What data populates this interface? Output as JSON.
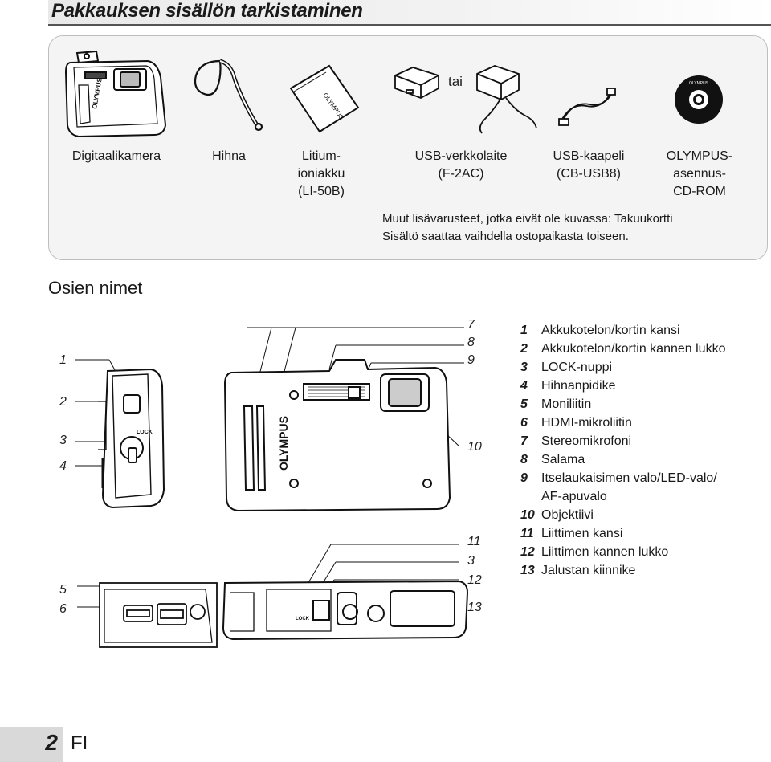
{
  "header": {
    "title": "Pakkauksen sisällön tarkistaminen"
  },
  "package": {
    "items": [
      {
        "label": "Digitaalikamera",
        "icon": "camera-icon"
      },
      {
        "label": "Hihna",
        "icon": "strap-icon"
      },
      {
        "label": "Litium-\nioniakku\n(LI-50B)",
        "icon": "battery-icon"
      },
      {
        "label": "USB-verkkolaite\n(F-2AC)",
        "icon": "usb-ac-adapter-icon"
      },
      {
        "label": "USB-kaapeli\n(CB-USB8)",
        "icon": "usb-cable-icon"
      },
      {
        "label": "OLYMPUS-\nasennus-\nCD-ROM",
        "icon": "cd-rom-icon"
      }
    ],
    "or_label": "tai",
    "note_line1": "Muut lisävarusteet, jotka eivät ole kuvassa: Takuukortti",
    "note_line2": "Sisältö saattaa vaihdella ostopaikasta toiseen."
  },
  "parts": {
    "section_title": "Osien nimet",
    "left_callouts": [
      "1",
      "2",
      "3",
      "4",
      "5",
      "6"
    ],
    "right_callouts": [
      "7",
      "8",
      "9",
      "10",
      "11",
      "3",
      "12",
      "13"
    ],
    "camera_brand": "OLYMPUS",
    "side_lock_label": "LOCK",
    "bottom_lock_label": "LOCK",
    "list": [
      {
        "num": "1",
        "label": "Akkukotelon/kortin kansi"
      },
      {
        "num": "2",
        "label": "Akkukotelon/kortin kannen lukko"
      },
      {
        "num": "3",
        "label": "LOCK-nuppi"
      },
      {
        "num": "4",
        "label": "Hihnanpidike"
      },
      {
        "num": "5",
        "label": "Moniliitin"
      },
      {
        "num": "6",
        "label": "HDMI-mikroliitin"
      },
      {
        "num": "7",
        "label": "Stereomikrofoni"
      },
      {
        "num": "8",
        "label": "Salama"
      },
      {
        "num": "9",
        "label": "Itselaukaisimen valo/LED-valo/",
        "continuation": "AF-apuvalo"
      },
      {
        "num": "10",
        "label": "Objektiivi"
      },
      {
        "num": "11",
        "label": "Liittimen kansi"
      },
      {
        "num": "12",
        "label": "Liittimen kannen lukko"
      },
      {
        "num": "13",
        "label": "Jalustan kiinnike"
      }
    ]
  },
  "footer": {
    "page_number": "2",
    "language": "FI"
  }
}
